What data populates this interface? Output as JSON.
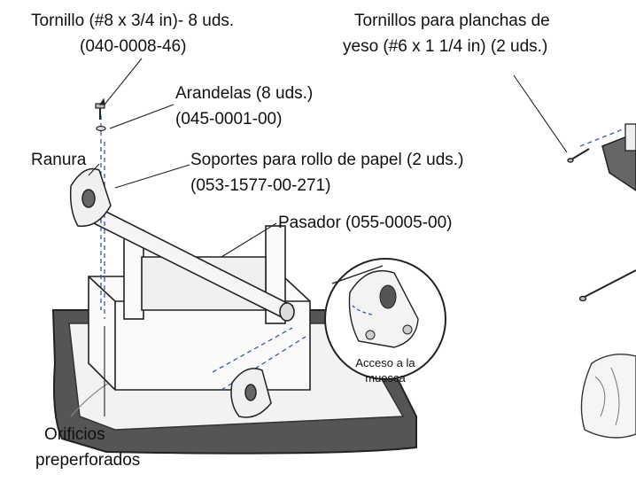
{
  "callouts": {
    "screw": {
      "line1": "Tornillo (#8 x 3/4 in)- 8 uds.",
      "line2": "(040-0008-46)"
    },
    "drywall_screws": {
      "line1": "Tornillos para planchas de",
      "line2": "yeso (#6 x 1 1/4 in) (2 uds.)"
    },
    "washers": {
      "line1": "Arandelas (8 uds.)",
      "line2": "(045-0001-00)"
    },
    "slot": "Ranura",
    "brackets": {
      "line1": "Soportes para rollo de papel (2 uds.)",
      "line2": "(053-1577-00-271)"
    },
    "pin": "Pasador (055-0005-00)",
    "notch_access": {
      "line1": "Acceso a la",
      "line2": "muesca"
    },
    "holes": {
      "line1": "Orificios",
      "line2": "preperforados"
    }
  }
}
